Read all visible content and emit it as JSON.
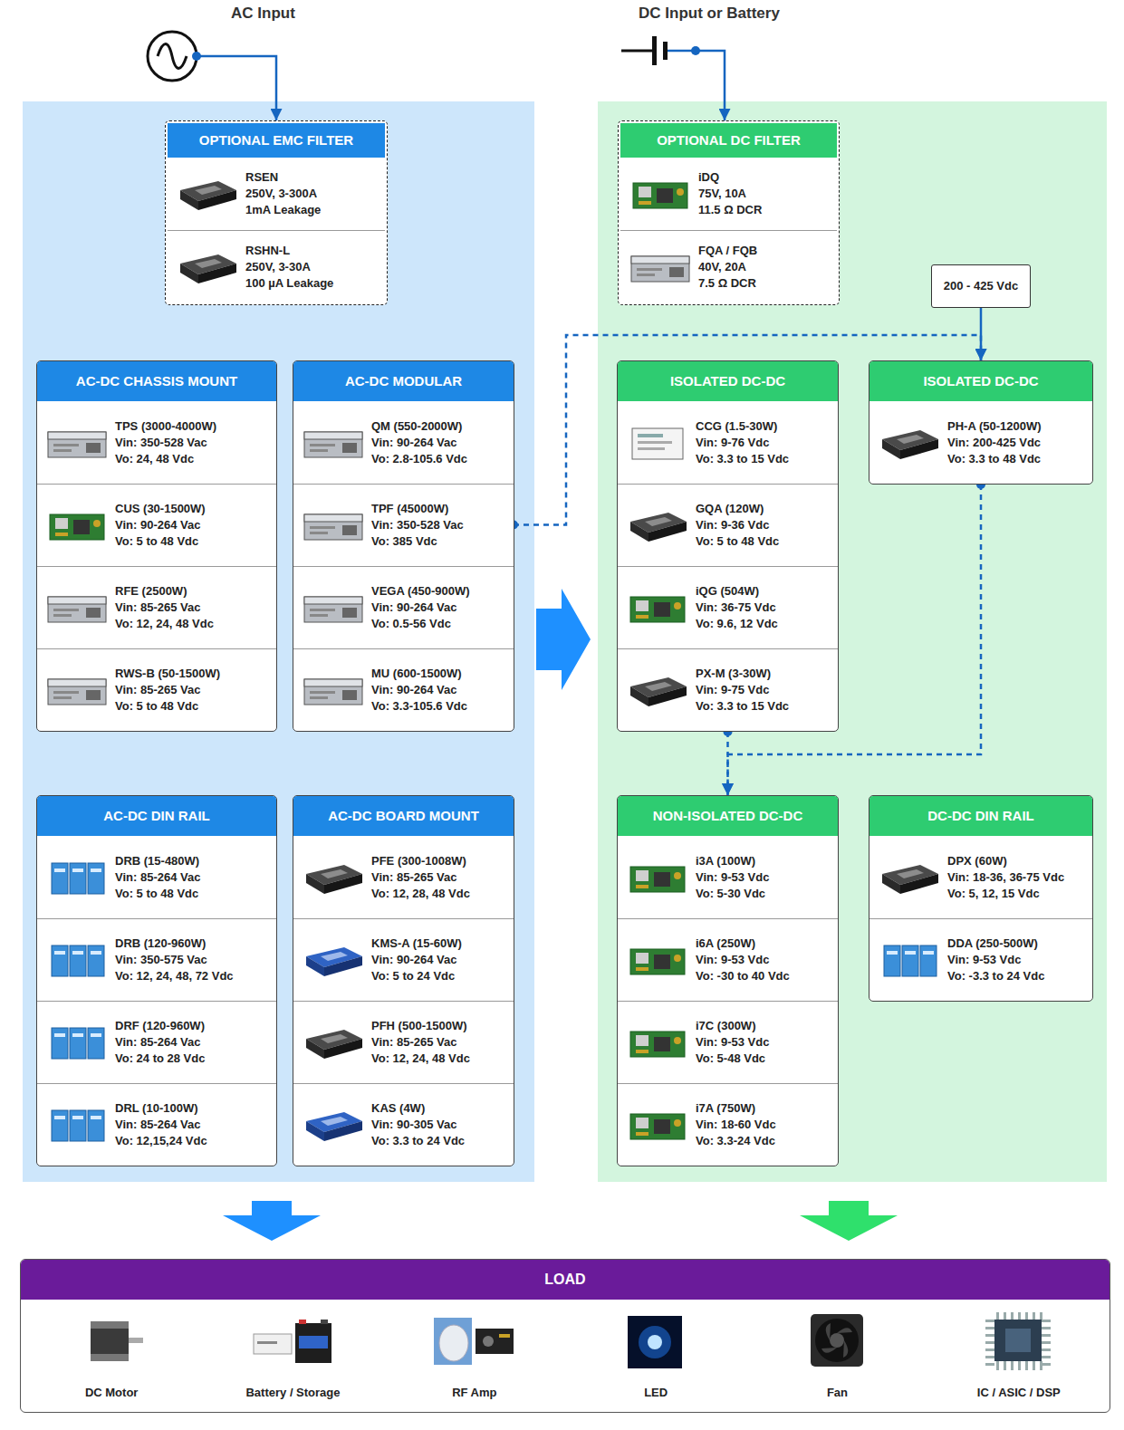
{
  "diagram": {
    "nodes": [
      {
        "text": [
          "AC Input"
        ]
      },
      {
        "text": [
          "DC Input or Battery"
        ]
      },
      {
        "text": [
          "OPTIONAL EMC FILTER"
        ]
      },
      {
        "text": [
          "RSEN",
          "250V, 3-300A",
          "1mA Leakage"
        ],
        "in": 2
      },
      {
        "text": [
          "RSHN-L",
          "250V, 3-30A",
          "100 µA Leakage"
        ],
        "in": 2
      },
      {
        "text": [
          "AC-DC CHASSIS MOUNT"
        ]
      },
      {
        "text": [
          "TPS (3000-4000W)",
          "Vin: 350-528 Vac",
          "Vo: 24, 48 Vdc"
        ],
        "in": 5
      },
      {
        "text": [
          "CUS (30-1500W)",
          "Vin: 90-264 Vac",
          "Vo: 5 to 48 Vdc"
        ],
        "in": 5
      },
      {
        "text": [
          "RFE (2500W)",
          "Vin: 85-265 Vac",
          "Vo: 12, 24, 48 Vdc"
        ],
        "in": 5
      },
      {
        "text": [
          "RWS-B (50-1500W)",
          "Vin: 85-265 Vac",
          "Vo: 5 to 48 Vdc"
        ],
        "in": 5
      },
      {
        "text": [
          "AC-DC MODULAR"
        ]
      },
      {
        "text": [
          "QM (550-2000W)",
          "Vin: 90-264 Vac",
          "Vo: 2.8-105.6 Vdc"
        ],
        "in": 10
      },
      {
        "text": [
          "TPF (45000W)",
          "Vin: 350-528 Vac",
          "Vo: 385 Vdc"
        ],
        "in": 10
      },
      {
        "text": [
          "VEGA (450-900W)",
          "Vin: 90-264 Vac",
          "Vo: 0.5-56 Vdc"
        ],
        "in": 10
      },
      {
        "text": [
          "MU (600-1500W)",
          "Vin: 90-264 Vac",
          "Vo: 3.3-105.6 Vdc"
        ],
        "in": 10
      },
      {
        "text": [
          "AC-DC DIN RAIL"
        ]
      },
      {
        "text": [
          "DRB (15-480W)",
          "Vin: 85-264 Vac",
          "Vo: 5 to 48 Vdc"
        ],
        "in": 15
      },
      {
        "text": [
          "DRB (120-960W)",
          "Vin: 350-575 Vac",
          "Vo: 12, 24, 48, 72 Vdc"
        ],
        "in": 15
      },
      {
        "text": [
          "DRF (120-960W)",
          "Vin: 85-264 Vac",
          "Vo: 24 to 28 Vdc"
        ],
        "in": 15
      },
      {
        "text": [
          "DRL (10-100W)",
          "Vin: 85-264 Vac",
          "Vo: 12,15,24 Vdc"
        ],
        "in": 15
      },
      {
        "text": [
          "AC-DC BOARD MOUNT"
        ]
      },
      {
        "text": [
          "PFE (300-1008W)",
          "Vin: 85-265 Vac",
          "Vo: 12, 28, 48 Vdc"
        ],
        "in": 20
      },
      {
        "text": [
          "KMS-A (15-60W)",
          "Vin: 90-264 Vac",
          "Vo: 5 to 24 Vdc"
        ],
        "in": 20
      },
      {
        "text": [
          "PFH (500-1500W)",
          "Vin: 85-265 Vac",
          "Vo: 12, 24, 48 Vdc"
        ],
        "in": 20
      },
      {
        "text": [
          "KAS (4W)",
          "Vin: 90-305 Vac",
          "Vo: 3.3 to 24 Vdc"
        ],
        "in": 20
      },
      {
        "text": [
          "OPTIONAL DC FILTER"
        ]
      },
      {
        "text": [
          "iDQ",
          "75V, 10A",
          "11.5 Ω DCR"
        ],
        "in": 25
      },
      {
        "text": [
          "FQA / FQB",
          "40V, 20A",
          "7.5 Ω DCR"
        ],
        "in": 25
      },
      {
        "text": [
          "200 - 425 Vdc"
        ]
      },
      {
        "text": [
          "ISOLATED DC-DC"
        ]
      },
      {
        "text": [
          "CCG (1.5-30W)",
          "Vin: 9-76 Vdc",
          "Vo: 3.3 to 15 Vdc"
        ],
        "in": 29
      },
      {
        "text": [
          "GQA (120W)",
          "Vin: 9-36 Vdc",
          "Vo: 5 to 48 Vdc"
        ],
        "in": 29
      },
      {
        "text": [
          "iQG (504W)",
          "Vin: 36-75 Vdc",
          "Vo: 9.6, 12 Vdc"
        ],
        "in": 29
      },
      {
        "text": [
          "PX-M (3-30W)",
          "Vin: 9-75 Vdc",
          "Vo: 3.3 to 15 Vdc"
        ],
        "in": 29
      },
      {
        "text": [
          "ISOLATED DC-DC"
        ]
      },
      {
        "text": [
          "PH-A (50-1200W)",
          "Vin: 200-425 Vdc",
          "Vo: 3.3 to 48 Vdc"
        ],
        "in": 34
      },
      {
        "text": [
          "NON-ISOLATED DC-DC"
        ]
      },
      {
        "text": [
          "i3A (100W)",
          "Vin: 9-53 Vdc",
          "Vo: 5-30 Vdc"
        ],
        "in": 36
      },
      {
        "text": [
          "i6A (250W)",
          "Vin: 9-53 Vdc",
          "Vo: -30 to 40 Vdc"
        ],
        "in": 36
      },
      {
        "text": [
          "i7C (300W)",
          "Vin: 9-53 Vdc",
          "Vo: 5-48 Vdc"
        ],
        "in": 36
      },
      {
        "text": [
          "i7A (750W)",
          "Vin: 18-60 Vdc",
          "Vo: 3.3-24 Vdc"
        ],
        "in": 36
      },
      {
        "text": [
          "DC-DC DIN RAIL"
        ]
      },
      {
        "text": [
          "DPX (60W)",
          "Vin: 18-36, 36-75 Vdc",
          "Vo: 5, 12, 15 Vdc"
        ],
        "in": 41
      },
      {
        "text": [
          "DDA (250-500W)",
          "Vin: 9-53 Vdc",
          "Vo: -3.3 to 24 Vdc"
        ],
        "in": 41
      },
      {
        "text": [
          "LOAD"
        ]
      },
      {
        "text": [
          "DC Motor"
        ],
        "in": 44
      },
      {
        "text": [
          "Battery / Storage"
        ],
        "in": 44
      },
      {
        "text": [
          "RF Amp"
        ],
        "in": 44
      },
      {
        "text": [
          "LED"
        ],
        "in": 44
      },
      {
        "text": [
          "Fan"
        ],
        "in": 44
      },
      {
        "text": [
          "IC / ASIC / DSP"
        ],
        "in": 44
      }
    ],
    "edges": [
      {
        "from": 0,
        "to": 2,
        "arrow": "to"
      },
      {
        "from": 1,
        "to": 25,
        "arrow": "to"
      },
      {
        "from": 12,
        "to": 34,
        "arrow": "to"
      },
      {
        "from": 28,
        "to": 34,
        "arrow": "to"
      },
      {
        "from": 29,
        "to": 36,
        "arrow": "to"
      },
      {
        "from": 34,
        "to": 36,
        "arrow": "to"
      }
    ]
  }
}
